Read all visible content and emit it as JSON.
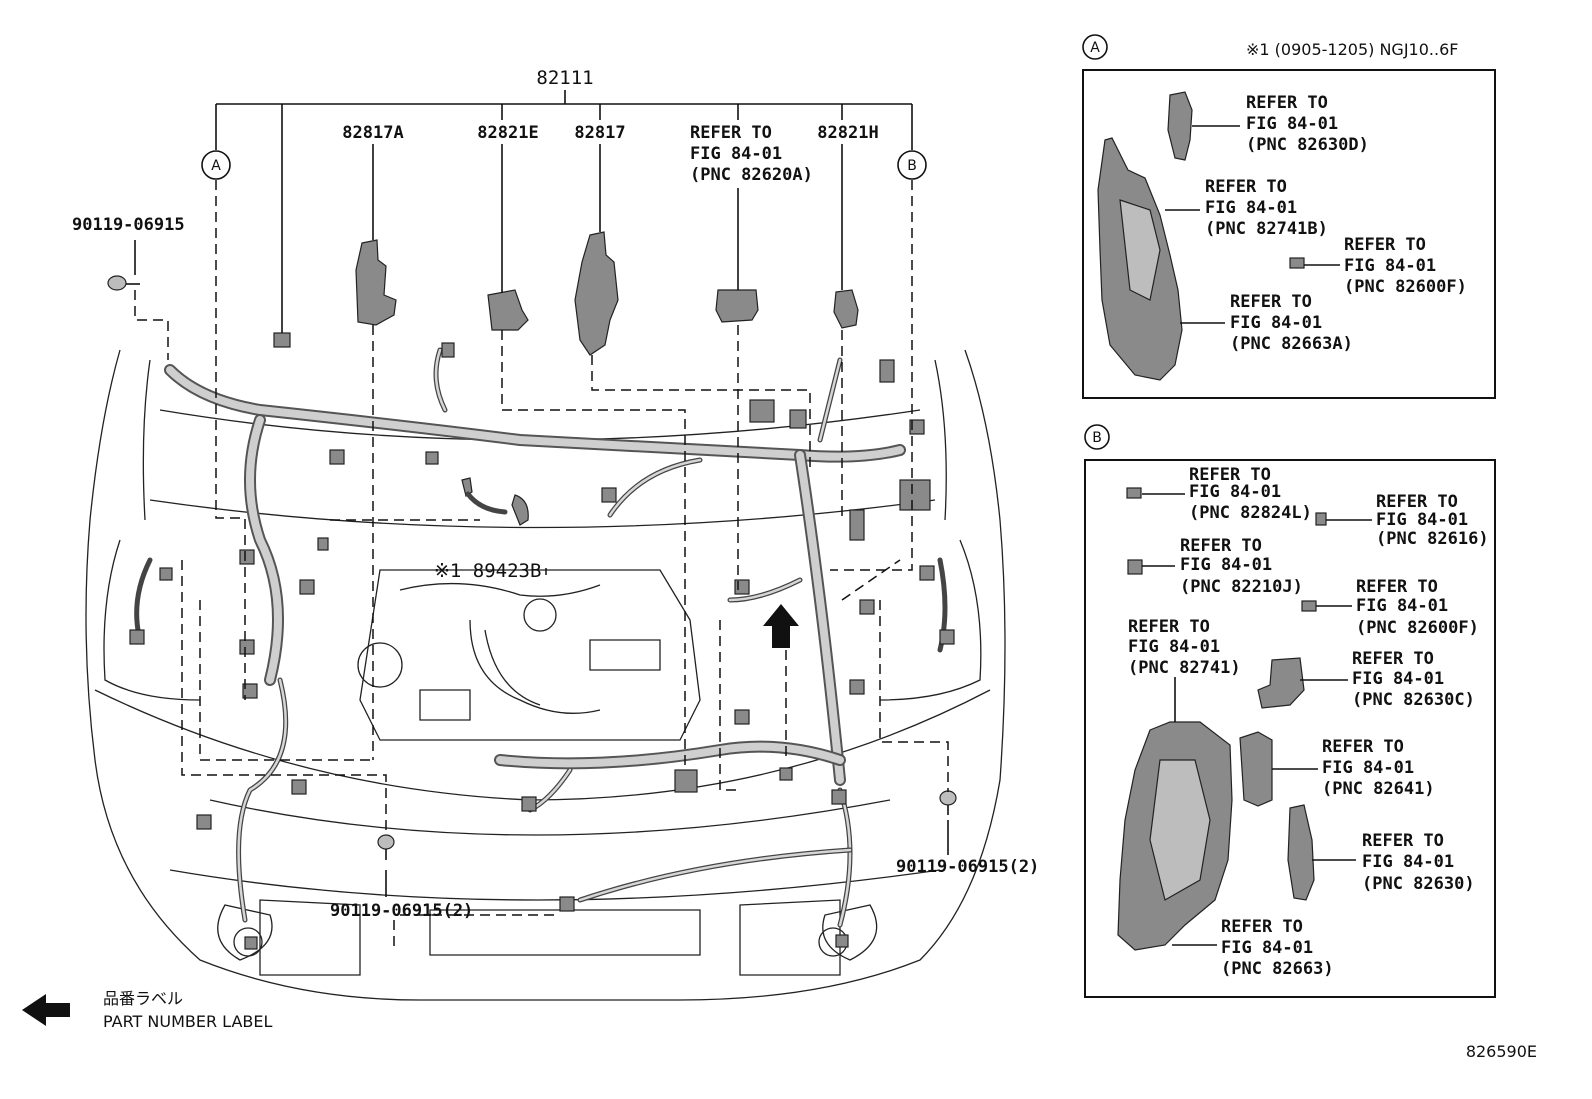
{
  "main_part_number": "82111",
  "top_labels": {
    "p82817A": "82817A",
    "p82821E": "82821E",
    "p82817": "82817",
    "p82821H": "82821H"
  },
  "top_refer": [
    "REFER TO",
    "FIG 84-01",
    "(PNC 82620A)"
  ],
  "bolt_left_label": "90119-06915",
  "bolt_bottom_center_label": "90119-06915(2)",
  "bolt_bottom_right_label": "90119-06915(2)",
  "sensor_label": "※1 89423B",
  "callout_a": "A",
  "callout_b": "B",
  "panel_a": {
    "circle": "A",
    "note": "※1 (0905-1205) NGJ10..6F",
    "refs": [
      [
        "REFER TO",
        "FIG 84-01",
        "(PNC 82630D)"
      ],
      [
        "REFER TO",
        "FIG 84-01",
        "(PNC 82741B)"
      ],
      [
        "REFER TO",
        "FIG 84-01",
        "(PNC 82600F)"
      ],
      [
        "REFER TO",
        "FIG 84-01",
        "(PNC 82663A)"
      ]
    ]
  },
  "panel_b": {
    "circle": "B",
    "refs": [
      [
        "REFER TO",
        "FIG 84-01",
        "(PNC 82824L)"
      ],
      [
        "REFER TO",
        "FIG 84-01",
        "(PNC 82616)"
      ],
      [
        "REFER TO",
        "FIG 84-01",
        "(PNC 82210J)"
      ],
      [
        "REFER TO",
        "FIG 84-01",
        "(PNC 82600F)"
      ],
      [
        "REFER TO",
        "FIG 84-01",
        "(PNC 82741)"
      ],
      [
        "REFER TO",
        "FIG 84-01",
        "(PNC 82630C)"
      ],
      [
        "REFER TO",
        "FIG 84-01",
        "(PNC 82641)"
      ],
      [
        "REFER TO",
        "FIG 84-01",
        "(PNC 82630)"
      ],
      [
        "REFER TO",
        "FIG 84-01",
        "(PNC 82663)"
      ]
    ]
  },
  "legend": {
    "label_jp": "品番ラベル",
    "label_en": "PART NUMBER LABEL",
    "icon": "left-arrow-icon"
  },
  "figure_code": "826590E"
}
